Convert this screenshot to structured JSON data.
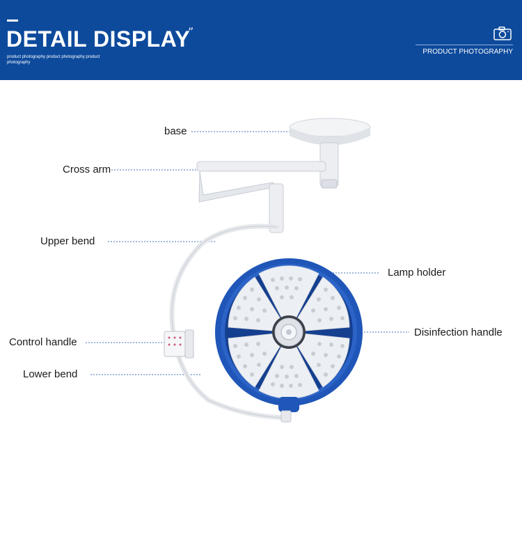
{
  "header": {
    "title": "DETAIL DISPLAY",
    "quote_mark": "”",
    "subtitle": "product photography product photography product photography",
    "right_label": "PRODUCT PHOTOGRAPHY",
    "camera_icon": "camera-icon"
  },
  "labels": {
    "base": "base",
    "cross_arm": "Cross arm",
    "upper_bend": "Upper bend",
    "control_handle": "Control handle",
    "lower_bend": "Lower bend",
    "lamp_holder": "Lamp holder",
    "disinfection_handle": "Disinfection handle"
  },
  "colors": {
    "banner": "#0d4a9c",
    "lamp_ring": "#1f56b8",
    "leader_line": "#3b6fb7",
    "arm": "#e9ebef"
  }
}
